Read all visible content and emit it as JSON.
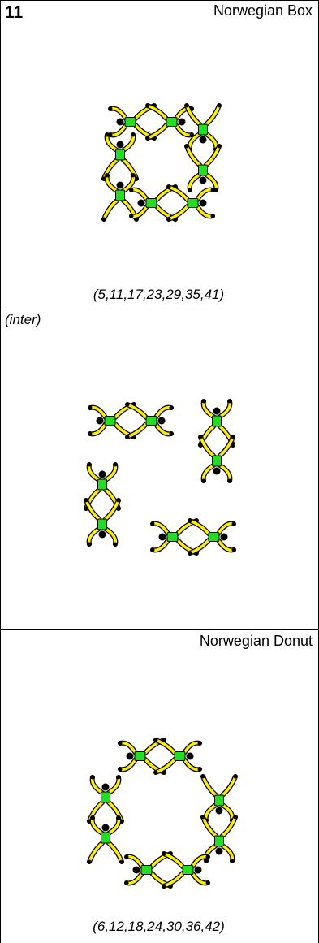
{
  "figure_number": "11",
  "panels": [
    {
      "title": "Norwegian Box",
      "sequence": "(5,11,17,23,29,35,41)"
    },
    {
      "label": "(inter)"
    },
    {
      "title": "Norwegian Donut",
      "sequence": "(6,12,18,24,30,36,42)"
    }
  ],
  "colors": {
    "body": "#22dd22",
    "limbs": "#ffee00",
    "outline": "#000000",
    "head": "#000000"
  }
}
